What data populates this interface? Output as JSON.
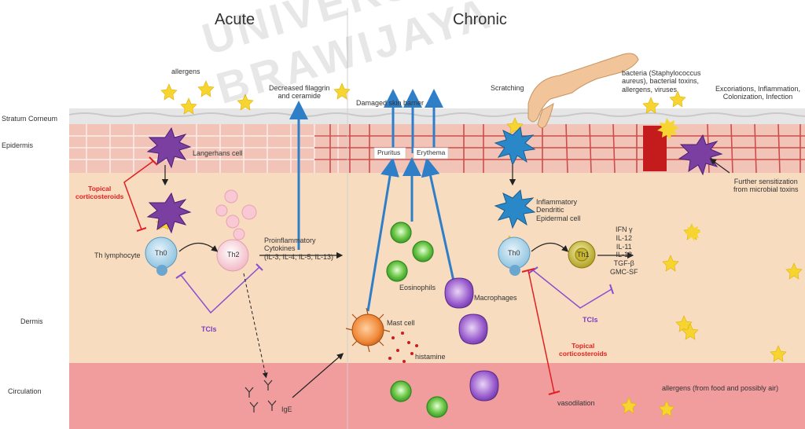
{
  "headers": {
    "acute": "Acute",
    "chronic": "Chronic"
  },
  "layers": {
    "stratum_corneum": "Stratum Corneum",
    "epidermis": "Epidermis",
    "dermis": "Dermis",
    "circulation": "Circulation"
  },
  "labels": {
    "allergens_top": "allergens",
    "langerhans": "Langerhans cell",
    "topical_cs_left": "Topical\ncorticosteroids",
    "th_lymphocyte": "Th lymphocyte",
    "th0_left": "Th0",
    "th2": "Th2",
    "tcis_left": "TCIs",
    "decreased_filaggrin": "Decreased filaggrin\nand ceramide",
    "proinflammatory": "Proinflammatory\nCytokines\n(IL-3, IL-4, IL-5, IL-13)",
    "ige": "IgE",
    "damaged_barrier": "Damaged skin barrier",
    "pruritus": "Pruritus",
    "erythema": "Erythema",
    "eosinophils": "Eosinophils",
    "mast_cell": "Mast cell",
    "histamine": "histamine",
    "macrophages": "Macrophages",
    "scratching": "Scratching",
    "bacteria": "bacteria (Staphylococcus\naureus), bacterial toxins,\nallergens, viruses",
    "excoriations": "Excoriations, Inflammation,\nColonization, Infection",
    "inflammatory_dc": "Inflammatory\nDendritic\nEpidermal cell",
    "th0_right": "Th0",
    "th1": "Th1",
    "cytokines_right": "IFN γ\nIL-12\nIL-11\nIL-18\nTGF-β\nGMC-SF",
    "tcis_right": "TCIs",
    "topical_cs_right": "Topical\ncorticosteroids",
    "vasodilation": "vasodilation",
    "further_sensitization": "Further sensitization\nfrom microbial toxins",
    "allergens_food": "allergens (from food and possibly air)"
  },
  "watermark": "UNIVERSITAS BRAWIJAYA",
  "colors": {
    "stratum": "#e6e6e6",
    "epidermis": "#f2c4b8",
    "dermis": "#f8dcc0",
    "circulation": "#f19d9d",
    "arrow_blue": "#2f7fc8",
    "inhibit_red": "#e02020",
    "inhibit_purple": "#8a4fd0"
  }
}
